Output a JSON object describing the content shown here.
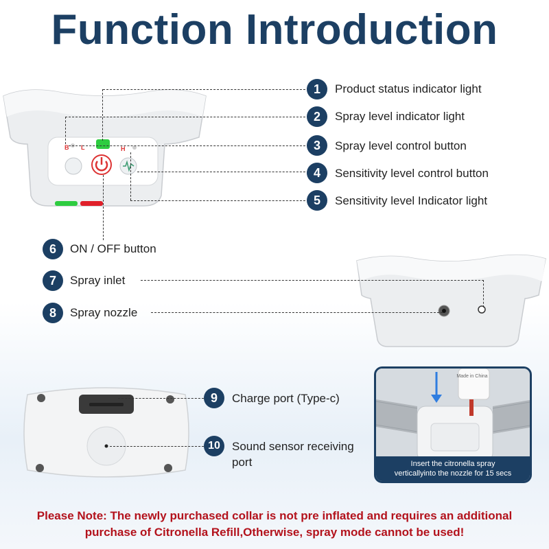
{
  "title": "Function Introduction",
  "features": [
    {
      "num": "1",
      "label": "Product status indicator light"
    },
    {
      "num": "2",
      "label": "Spray level indicator light"
    },
    {
      "num": "3",
      "label": "Spray level control button"
    },
    {
      "num": "4",
      "label": "Sensitivity level control button"
    },
    {
      "num": "5",
      "label": "Sensitivity level Indicator light"
    },
    {
      "num": "6",
      "label": "ON / OFF button"
    },
    {
      "num": "7",
      "label": "Spray inlet"
    },
    {
      "num": "8",
      "label": "Spray nozzle"
    },
    {
      "num": "9",
      "label": "Charge port (Type-c)"
    },
    {
      "num": "10",
      "label_line1": "Sound sensor receiving",
      "label_line2": "port"
    }
  ],
  "device_labels": {
    "b": "B",
    "l": "L",
    "h": "H"
  },
  "photo": {
    "caption_line1": "Insert the citronella spray",
    "caption_line2": "verticallyinto the nozzle for 15 secs",
    "bottle_text": "Made in China"
  },
  "note": {
    "line1": "Please Note: The newly purchased collar is not pre inflated and requires an additional",
    "line2": "purchase of Citronella Refill,Otherwise, spray mode cannot be used!"
  },
  "colors": {
    "navy": "#1c3f63",
    "green": "#2ecc40",
    "red": "#e0202a",
    "note_red": "#b3121c"
  }
}
